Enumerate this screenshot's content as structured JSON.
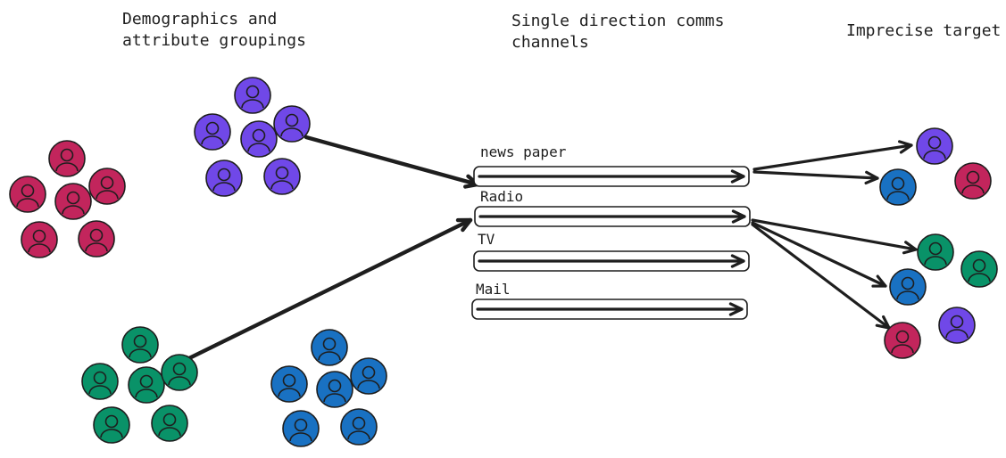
{
  "headings": {
    "groups": "Demographics and\nattribute groupings",
    "channels": "Single direction comms\nchannels",
    "target": "Imprecise target"
  },
  "channels": [
    {
      "label": "news paper"
    },
    {
      "label": "Radio"
    },
    {
      "label": "TV"
    },
    {
      "label": "Mail"
    }
  ],
  "colors": {
    "red": "#c2255c",
    "purple": "#7048e8",
    "green": "#099268",
    "blue": "#1971c2",
    "ink": "#1e1e1e"
  },
  "groups": [
    {
      "color": "red",
      "people": 6
    },
    {
      "color": "purple",
      "people": 6
    },
    {
      "color": "green",
      "people": 6
    },
    {
      "color": "blue",
      "people": 6
    }
  ],
  "targets": [
    {
      "color": "purple",
      "reached": true
    },
    {
      "color": "blue",
      "reached": true
    },
    {
      "color": "red",
      "reached": false
    },
    {
      "color": "green",
      "reached": true
    },
    {
      "color": "green",
      "reached": false
    },
    {
      "color": "blue",
      "reached": true
    },
    {
      "color": "purple",
      "reached": false
    },
    {
      "color": "red",
      "reached": true
    }
  ],
  "icon": "person-icon"
}
